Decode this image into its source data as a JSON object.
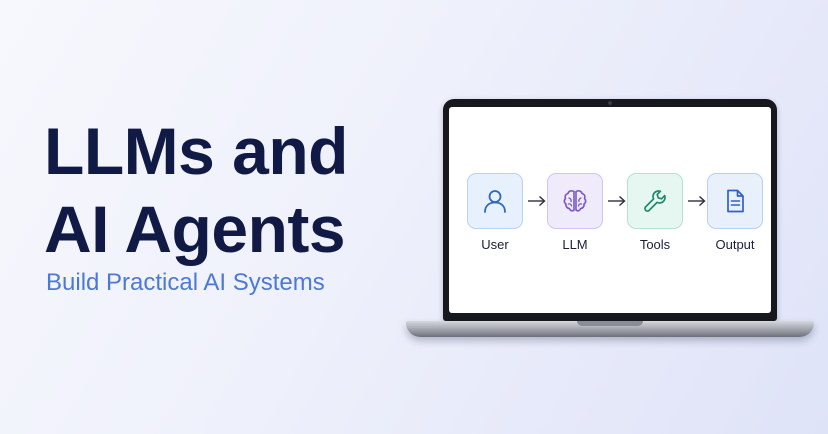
{
  "headline": {
    "line1": "LLMs and",
    "line2": "AI Agents"
  },
  "subtitle": "Build Practical AI Systems",
  "flow": {
    "steps": [
      {
        "label": "User",
        "icon": "user-icon",
        "bg": "#e6f1fd",
        "border": "#b7d2f2",
        "color": "#2f67c4"
      },
      {
        "label": "LLM",
        "icon": "brain-icon",
        "bg": "#f0ebfb",
        "border": "#d2c3f0",
        "color": "#7a56c9"
      },
      {
        "label": "Tools",
        "icon": "wrench-icon",
        "bg": "#e6f6f1",
        "border": "#b5e0d2",
        "color": "#1f8b6c"
      },
      {
        "label": "Output",
        "icon": "document-icon",
        "bg": "#e8f0fc",
        "border": "#b9cff1",
        "color": "#2f62c2"
      }
    ]
  },
  "colors": {
    "headline": "#111a45",
    "subtitle": "#4d79d6"
  }
}
